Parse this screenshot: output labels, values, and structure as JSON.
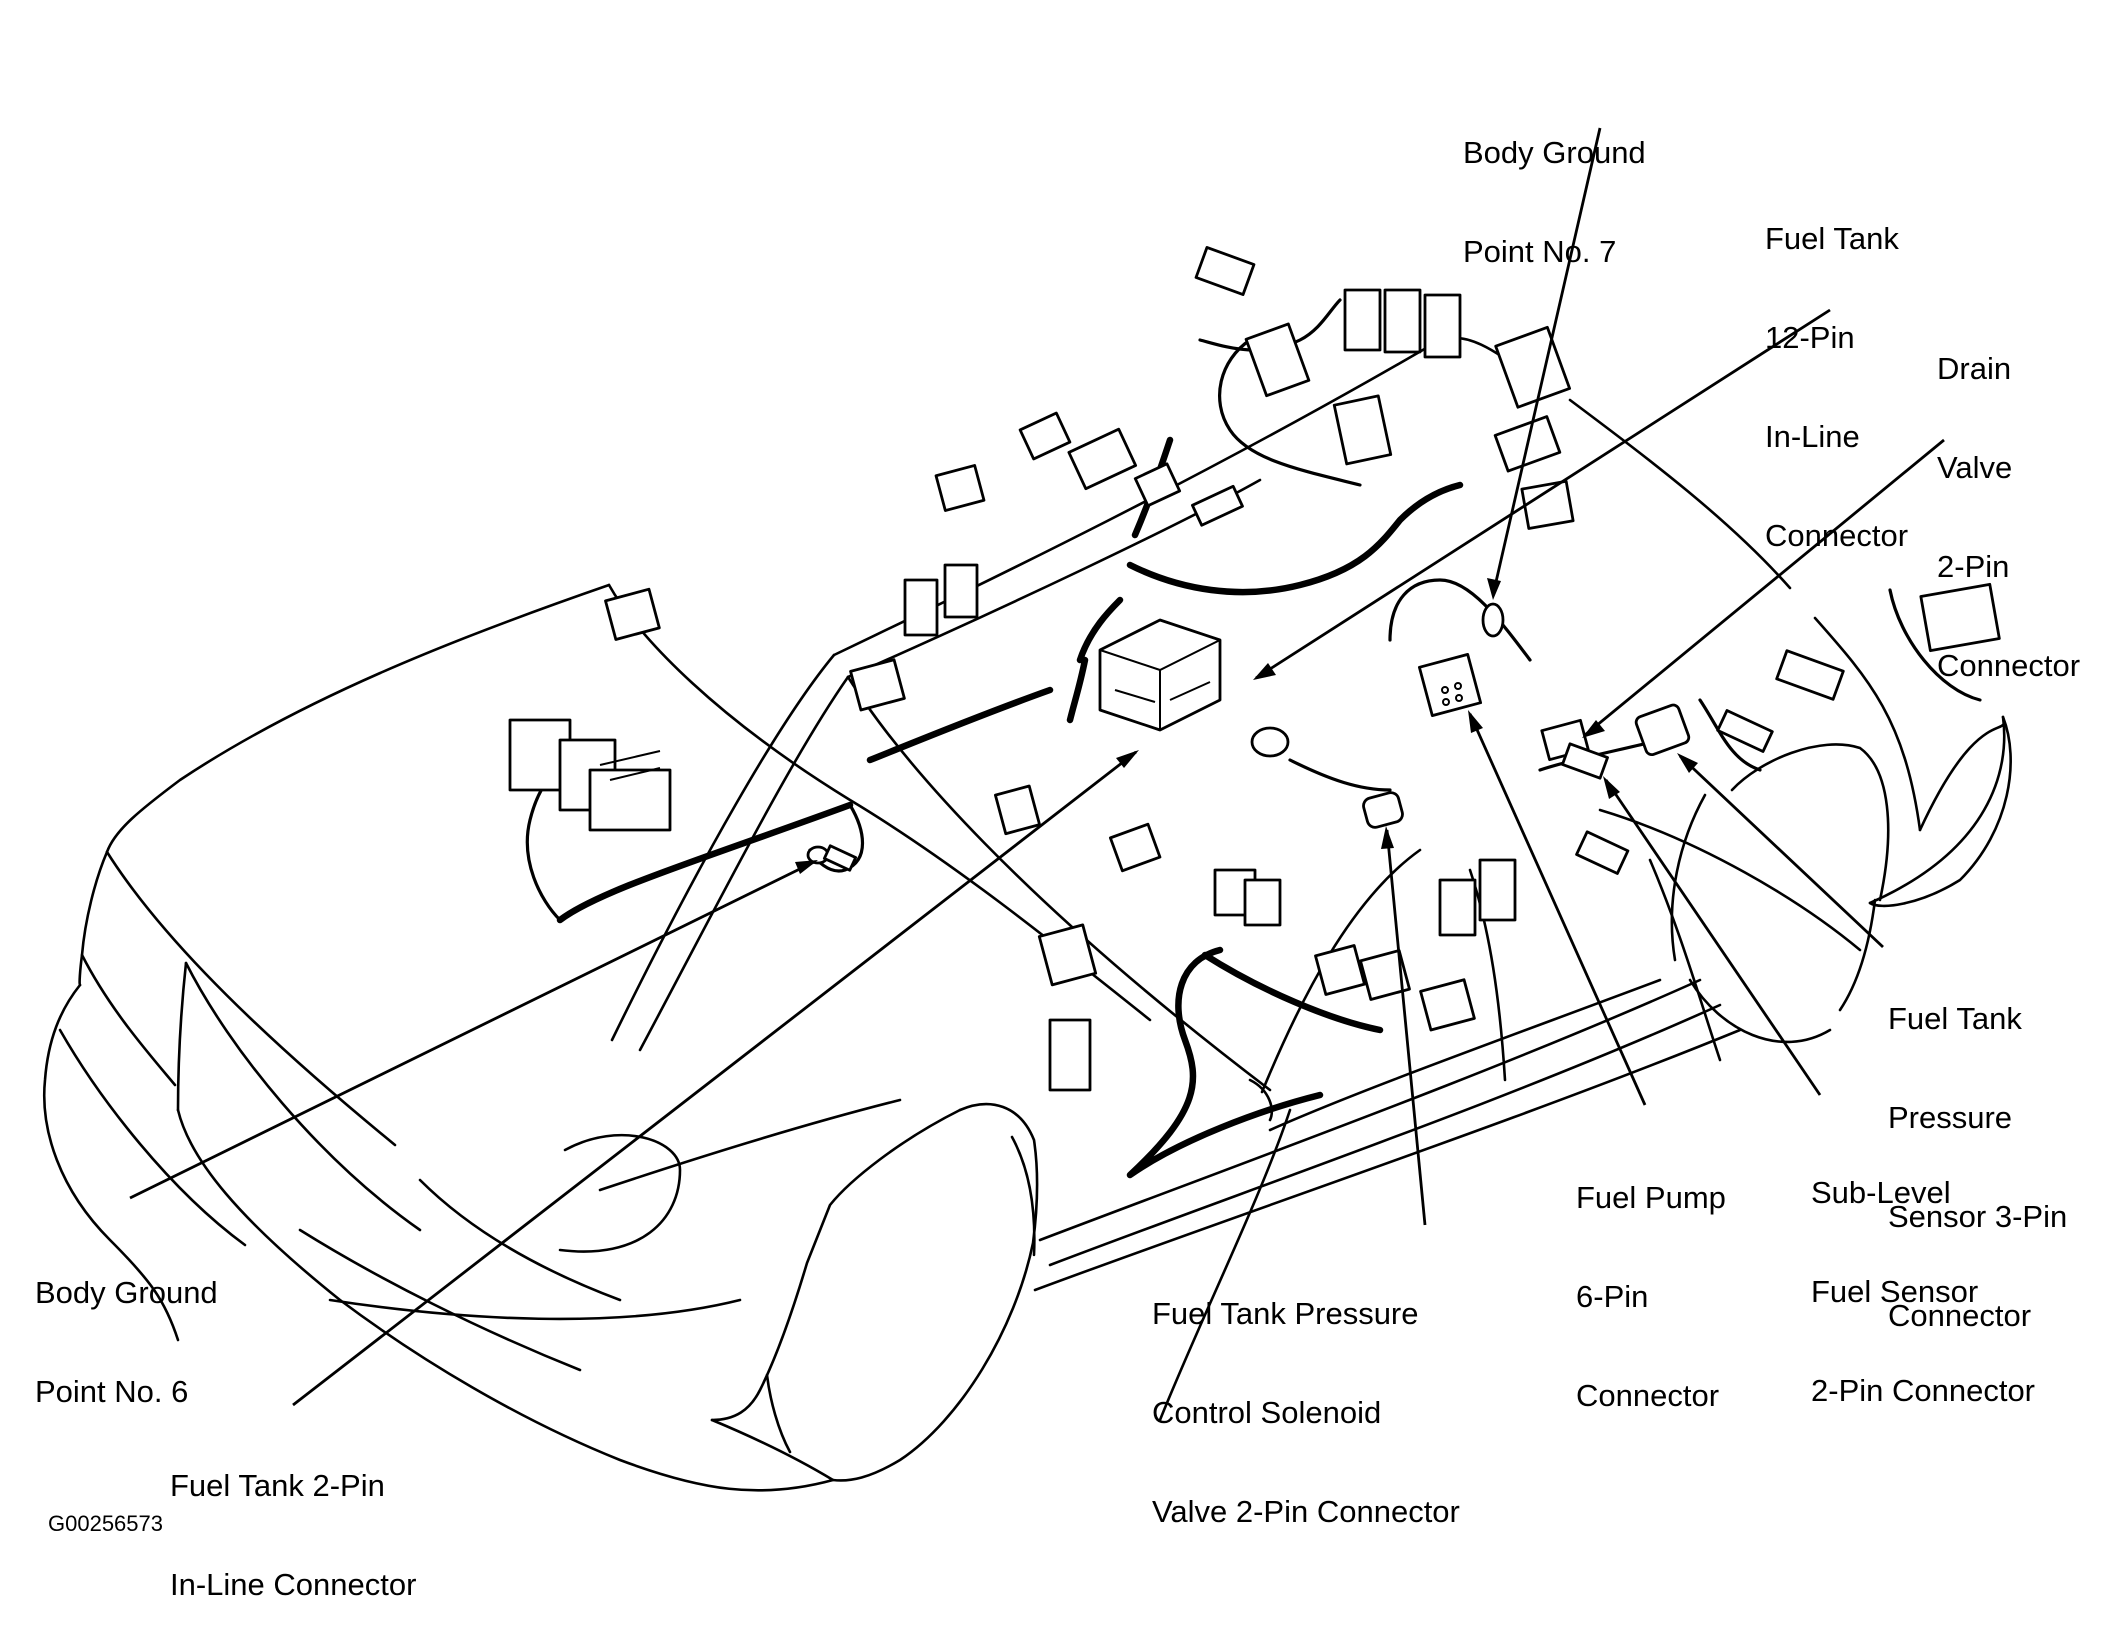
{
  "figure": {
    "title": "Fuel Tank Harness Connector Locations",
    "figure_id": "G00256573"
  },
  "labels": [
    {
      "id": "body-ground-point-7",
      "lines": [
        "Body Ground",
        "Point No. 7"
      ]
    },
    {
      "id": "fuel-tank-12-pin-in-line-connector",
      "lines": [
        "Fuel Tank",
        "12-Pin",
        "In-Line",
        "Connector"
      ]
    },
    {
      "id": "drain-valve-2-pin-connector",
      "lines": [
        "Drain",
        "Valve",
        "2-Pin",
        "Connector"
      ]
    },
    {
      "id": "fuel-tank-pressure-sensor-3-pin-connector",
      "lines": [
        "Fuel Tank",
        "Pressure",
        "Sensor 3-Pin",
        "Connector"
      ]
    },
    {
      "id": "fuel-pump-6-pin-connector",
      "lines": [
        "Fuel Pump",
        "6-Pin",
        "Connector"
      ]
    },
    {
      "id": "sub-level-fuel-sensor-2-pin-connector",
      "lines": [
        "Sub-Level",
        "Fuel Sensor",
        "2-Pin Connector"
      ]
    },
    {
      "id": "fuel-tank-pressure-control-solenoid-valve-2-pin-connector",
      "lines": [
        "Fuel Tank Pressure",
        "Control Solenoid",
        "Valve 2-Pin Connector"
      ]
    },
    {
      "id": "body-ground-point-6",
      "lines": [
        "Body Ground",
        "Point No. 6"
      ]
    },
    {
      "id": "fuel-tank-2-pin-in-line-connector",
      "lines": [
        "Fuel Tank 2-Pin",
        "In-Line Connector"
      ]
    }
  ],
  "colors": {
    "line": "#000000",
    "background": "#ffffff"
  }
}
